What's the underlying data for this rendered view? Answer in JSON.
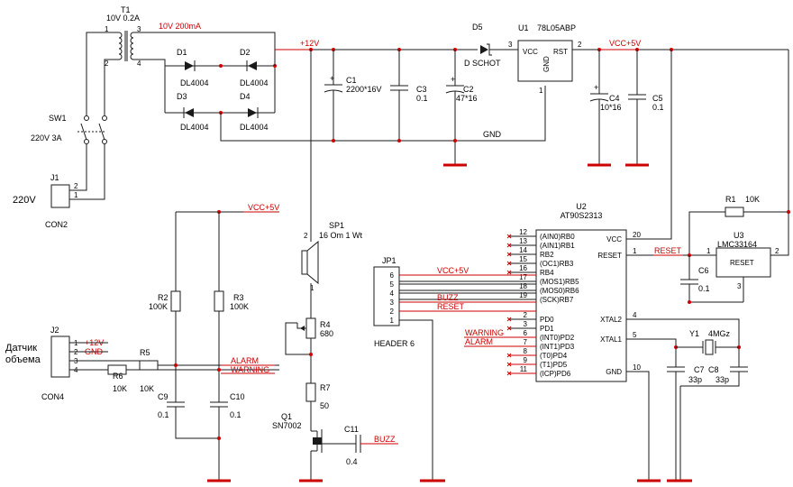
{
  "components": {
    "t1": {
      "ref": "T1",
      "value": "10V 0.2A",
      "rating": "10V 200mA",
      "pins": [
        "1",
        "2",
        "3",
        "4"
      ]
    },
    "sw1": {
      "ref": "SW1",
      "value": "220V 3A"
    },
    "j1": {
      "ref": "J1",
      "name": "CON2",
      "voltage": "220V",
      "pins": [
        "2",
        "1"
      ]
    },
    "d1": {
      "ref": "D1",
      "value": "DL4004"
    },
    "d2": {
      "ref": "D2",
      "value": "DL4004"
    },
    "d3": {
      "ref": "D3",
      "value": "DL4004"
    },
    "d4": {
      "ref": "D4",
      "value": "DL4004"
    },
    "d5": {
      "ref": "D5",
      "value": "D SCHOT"
    },
    "c1": {
      "ref": "C1",
      "value": "2200*16V"
    },
    "c2": {
      "ref": "C2",
      "value": "47*16"
    },
    "c3": {
      "ref": "C3",
      "value": "0.1"
    },
    "c4": {
      "ref": "C4",
      "value": "10*16"
    },
    "c5": {
      "ref": "C5",
      "value": "0.1"
    },
    "c6": {
      "ref": "C6",
      "value": "0.1"
    },
    "c7": {
      "ref": "C7",
      "value": "33p"
    },
    "c8": {
      "ref": "C8",
      "value": "33p"
    },
    "c9": {
      "ref": "C9",
      "value": "0.1"
    },
    "c10": {
      "ref": "C10",
      "value": "0.1"
    },
    "c11": {
      "ref": "C11",
      "value": "0.4"
    },
    "u1": {
      "ref": "U1",
      "name": "78L05ABP",
      "vcc": "VCC",
      "rst": "RST",
      "gnd": "GND",
      "pin1": "1",
      "pin2": "2",
      "pin3": "3"
    },
    "u2": {
      "ref": "U2",
      "name": "AT90S2313"
    },
    "u3": {
      "ref": "U3",
      "name": "LMC33164",
      "label": "RESET",
      "pin1": "1",
      "pin2": "2",
      "pin3": "3"
    },
    "r1": {
      "ref": "R1",
      "value": "10K"
    },
    "r2": {
      "ref": "R2",
      "value": "100K"
    },
    "r3": {
      "ref": "R3",
      "value": "100K"
    },
    "r4": {
      "ref": "R4",
      "value": "680"
    },
    "r5": {
      "ref": "R5",
      "value": "10K"
    },
    "r6": {
      "ref": "R6",
      "value": "10K"
    },
    "r7": {
      "ref": "R7",
      "value": "50"
    },
    "sp1": {
      "ref": "SP1",
      "value": "16 Om 1 Wt",
      "pin1": "1",
      "pin2": "2"
    },
    "q1": {
      "ref": "Q1",
      "value": "SN7002"
    },
    "y1": {
      "ref": "Y1",
      "value": "4MGz"
    },
    "jp1": {
      "ref": "JP1",
      "name": "HEADER 6",
      "pins": [
        "6",
        "5",
        "4",
        "3",
        "2",
        "1"
      ]
    },
    "j2": {
      "ref": "J2",
      "name": "CON4",
      "title_line1": "Датчик",
      "title_line2": "объема",
      "pins": [
        "1",
        "2",
        "3",
        "4"
      ]
    }
  },
  "nets": {
    "v12": "+12V",
    "vcc5": "VCC+5V",
    "gnd": "GND",
    "reset": "RESET",
    "buzz": "BUZZ",
    "alarm": "ALARM",
    "warning": "WARNING"
  },
  "j2_pin_nets": [
    "+12V",
    "GND",
    "",
    ""
  ],
  "jp1_pin_nets": [
    "VCC+5V",
    "",
    "",
    "BUZZ",
    "RESET",
    ""
  ],
  "u2_left_pins": [
    {
      "num": "12",
      "name": "(AIN0)RB0"
    },
    {
      "num": "13",
      "name": "(AIN1)RB1"
    },
    {
      "num": "14",
      "name": "RB2"
    },
    {
      "num": "15",
      "name": "(OC1)RB3"
    },
    {
      "num": "16",
      "name": "RB4"
    },
    {
      "num": "17",
      "name": "(MOS1)RB5"
    },
    {
      "num": "18",
      "name": "(MOS0)RB6"
    },
    {
      "num": "19",
      "name": "(SCK)RB7"
    },
    {
      "num": "2",
      "name": "PD0"
    },
    {
      "num": "3",
      "name": "PD1"
    },
    {
      "num": "6",
      "name": "(INT0)PD2"
    },
    {
      "num": "7",
      "name": "(INT1)PD3"
    },
    {
      "num": "8",
      "name": "(T0)PD4"
    },
    {
      "num": "9",
      "name": "(T1)PD5"
    },
    {
      "num": "11",
      "name": "(ICP)PD6"
    }
  ],
  "u2_right_pins": [
    {
      "num": "20",
      "name": "VCC"
    },
    {
      "num": "1",
      "name": "RESET"
    },
    {
      "num": "4",
      "name": "XTAL2"
    },
    {
      "num": "5",
      "name": "XTAL1"
    },
    {
      "num": "10",
      "name": "GND"
    }
  ]
}
